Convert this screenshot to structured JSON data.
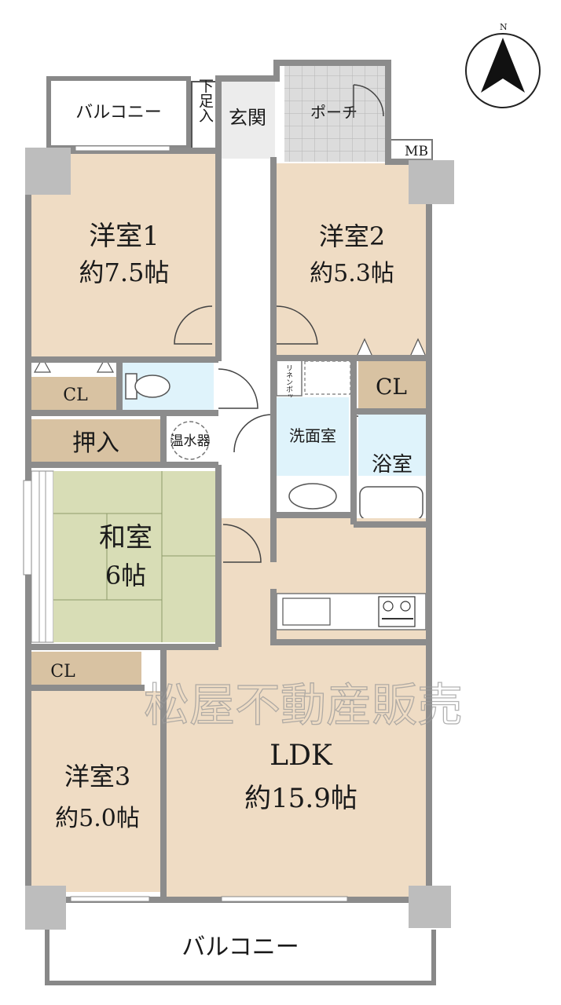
{
  "colors": {
    "wall": "#8c8c8c",
    "wall_dark": "#6e6e6e",
    "room_beige": "#efdcc4",
    "closet_tan": "#d8c2a2",
    "wet_blue": "#dff3fb",
    "tatami": "#d8ddb6",
    "tatami_line": "#8e9a6b",
    "pillar": "#bdbdbd",
    "porch_tile": "#d9d9d9"
  },
  "compass": {
    "north_label": "N"
  },
  "rooms": {
    "balcony_top": {
      "label": "バルコニー"
    },
    "shoe_closet": {
      "label": "下足入"
    },
    "entrance": {
      "label": "玄関"
    },
    "porch": {
      "label": "ポーチ"
    },
    "mb": {
      "label": "MB"
    },
    "western1": {
      "name": "洋室1",
      "size": "約7.5帖"
    },
    "western2": {
      "name": "洋室2",
      "size": "約5.3帖"
    },
    "cl1": {
      "label": "CL"
    },
    "cl2": {
      "label": "CL"
    },
    "linen_box": {
      "label": "リネンボックス"
    },
    "oshiire": {
      "label": "押入"
    },
    "water_heater": {
      "label": "温水器"
    },
    "washroom": {
      "label": "洗面室"
    },
    "bathroom": {
      "label": "浴室"
    },
    "washitsu": {
      "name": "和室",
      "size": "6帖"
    },
    "cl3": {
      "label": "CL"
    },
    "western3": {
      "name": "洋室3",
      "size": "約5.0帖"
    },
    "ldk": {
      "name": "LDK",
      "size": "約15.9帖"
    },
    "balcony_bottom": {
      "label": "バルコニー"
    }
  },
  "watermark": "松屋不動産販売"
}
